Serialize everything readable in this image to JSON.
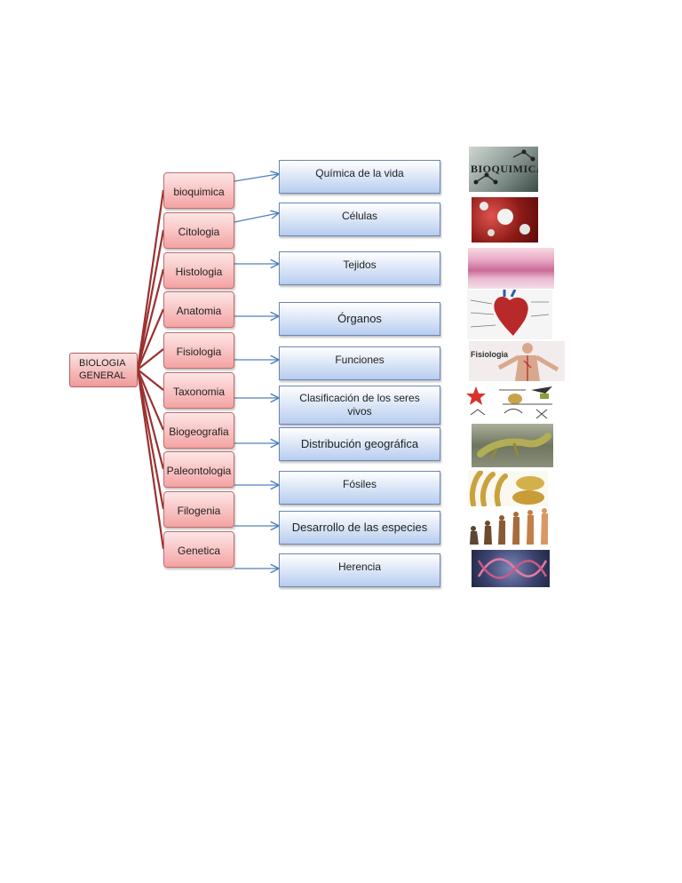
{
  "root": {
    "label_line1": "BIOLOGIA",
    "label_line2": "GENERAL"
  },
  "branches": [
    {
      "label": "bioquimica",
      "description": "Química de la vida",
      "image_text": "BIOQUIMICA",
      "image_icon": "molecule-image"
    },
    {
      "label": "Citologia",
      "description": "Células",
      "image_icon": "cells-image"
    },
    {
      "label": "Histologia",
      "description": "Tejidos",
      "image_icon": "tissue-image"
    },
    {
      "label": "Anatomia",
      "description": "Órganos",
      "image_icon": "heart-anatomy-image"
    },
    {
      "label": "Fisiologia",
      "description": "Funciones",
      "image_text": "Fisiologia",
      "image_icon": "human-body-image"
    },
    {
      "label": "Taxonomia",
      "description_line1": "Clasificación de los seres",
      "description_line2": "vivos",
      "image_icon": "animal-classification-image"
    },
    {
      "label": "Biogeografia",
      "description": "Distribución geográfica",
      "image_icon": "lizard-image"
    },
    {
      "label": "Paleontologia",
      "description": "Fósiles",
      "image_icon": "fossils-image"
    },
    {
      "label": "Filogenia",
      "description": "Desarrollo de las especies",
      "image_icon": "human-evolution-image"
    },
    {
      "label": "Genetica",
      "description": "Herencia",
      "image_icon": "dna-image"
    }
  ],
  "colors": {
    "branch_fill": "#f4a3a3",
    "branch_border": "#c46d6d",
    "connector": "#9b3030",
    "description_fill": "#b7cdef",
    "arrow": "#4f81bd"
  }
}
